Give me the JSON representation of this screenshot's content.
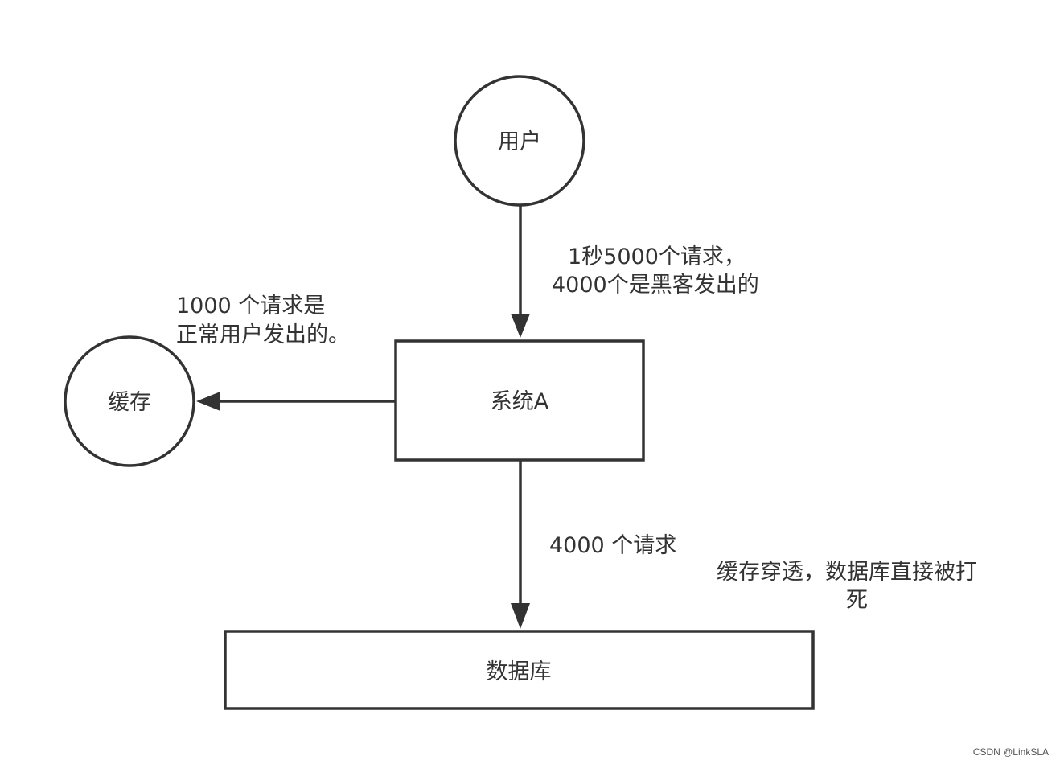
{
  "nodes": {
    "user": "用户",
    "cache": "缓存",
    "system": "系统A",
    "database": "数据库"
  },
  "edges": {
    "user_to_system_line1": "1秒5000个请求，",
    "user_to_system_line2": "4000个是黑客发出的",
    "system_to_cache_line1": "1000 个请求是",
    "system_to_cache_line2": "正常用户发出的。",
    "system_to_database": "4000 个请求"
  },
  "notes": {
    "penetration_line1": "缓存穿透，数据库直接被打",
    "penetration_line2": "死"
  },
  "watermark": "CSDN @LinkSLA",
  "colors": {
    "stroke": "#333333",
    "background": "#ffffff"
  }
}
